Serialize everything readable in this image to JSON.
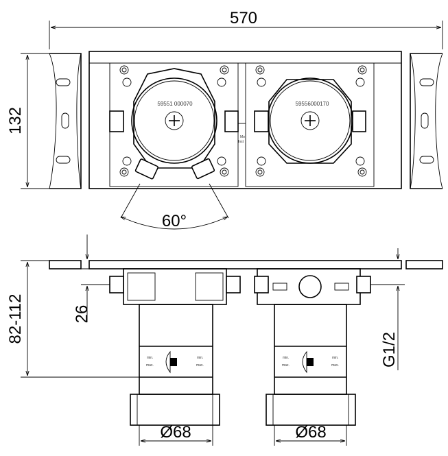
{
  "dimensions": {
    "width_total": "570",
    "height_top": "132",
    "angle": "60°",
    "depth_range": "82-112",
    "offset": "26",
    "thread": "G1/2",
    "diameter_left": "Ø68",
    "diameter_right": "Ø68"
  },
  "labels": {
    "part_left": "59551 000070",
    "part_right": "59556000170",
    "note_1": "Mo",
    "note_2": "Inst",
    "min": "min.",
    "max": "max."
  }
}
